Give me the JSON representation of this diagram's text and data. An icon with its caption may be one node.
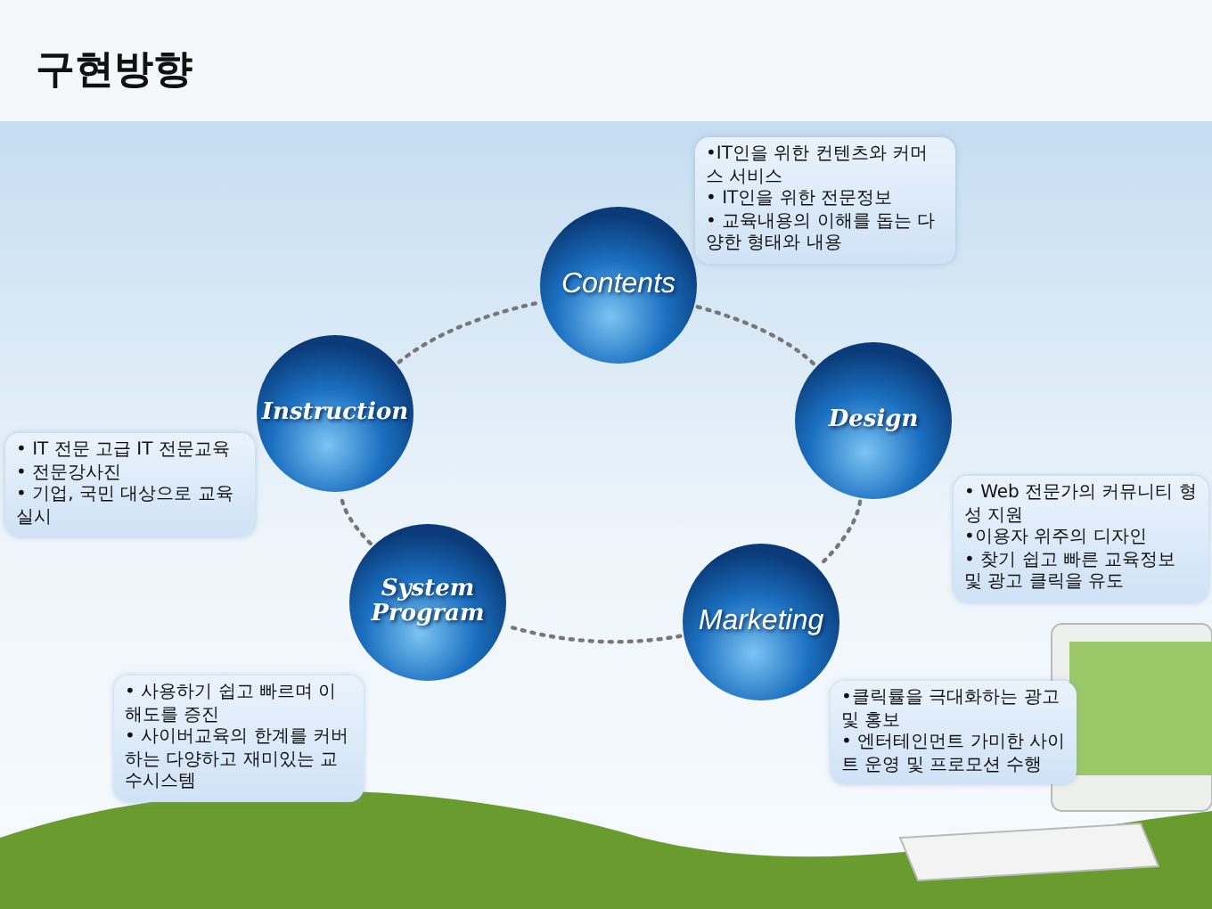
{
  "diagram": {
    "title": "구현방향",
    "nodes": [
      {
        "text": [
          "Contents"
        ]
      },
      {
        "text": [
          "Design"
        ]
      },
      {
        "text": [
          "Marketing"
        ]
      },
      {
        "text": [
          "System Program"
        ]
      },
      {
        "text": [
          "Instruction"
        ]
      },
      {
        "text": [
          "•IT인을 위한 컨텐츠와 커머스 서비스",
          "• IT인을 위한 전문정보",
          "• 교육내용의 이해를 돕는 다양한 형태와 내용"
        ]
      },
      {
        "text": [
          "• IT 전문 고급 IT 전문교육",
          "• 전문강사진",
          "• 기업, 국민 대상으로 교육 실시"
        ]
      },
      {
        "text": [
          "• Web 전문가의 커뮤니티 형성 지원",
          "•이용자 위주의 디자인",
          "• 찾기 쉽고 빠른 교육정보 및 광고 클릭을 유도"
        ]
      },
      {
        "text": [
          "• 사용하기 쉽고 빠르며 이해도를 증진",
          "• 사이버교육의 한계를 커버하는 다양하고 재미있는 교수시스템"
        ]
      },
      {
        "text": [
          "•클릭률을 극대화하는 광고 및 홍보",
          "• 엔터테인먼트 가미한 사이트 운영 및 프로모션 수행"
        ]
      }
    ],
    "edges": [
      {
        "from": 0,
        "to": 1,
        "arrow": "none",
        "style": "dashed"
      },
      {
        "from": 1,
        "to": 2,
        "arrow": "none",
        "style": "dashed"
      },
      {
        "from": 2,
        "to": 3,
        "arrow": "none",
        "style": "dashed"
      },
      {
        "from": 3,
        "to": 4,
        "arrow": "none",
        "style": "dashed"
      },
      {
        "from": 4,
        "to": 0,
        "arrow": "none",
        "style": "dashed"
      }
    ]
  }
}
